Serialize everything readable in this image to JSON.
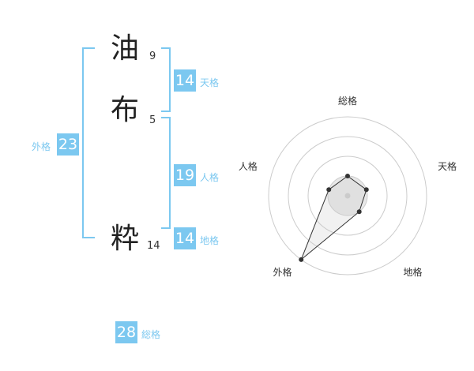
{
  "name": {
    "chars": [
      {
        "kanji": "油",
        "strokes": "9"
      },
      {
        "kanji": "布",
        "strokes": "5"
      },
      {
        "kanji": "粋",
        "strokes": "14"
      }
    ]
  },
  "kaku": {
    "tenkaku": {
      "value": "14",
      "label": "天格"
    },
    "jinkaku": {
      "value": "19",
      "label": "人格"
    },
    "chikaku": {
      "value": "14",
      "label": "地格"
    },
    "gaikaku": {
      "value": "23",
      "label": "外格"
    },
    "soukaku": {
      "value": "28",
      "label": "総格"
    }
  },
  "chart_data": {
    "type": "radar",
    "axes": [
      "総格",
      "天格",
      "地格",
      "外格",
      "人格"
    ],
    "rings": 4,
    "values": [
      1,
      1,
      1,
      4,
      1
    ],
    "max": 4,
    "colors": {
      "line": "#333333",
      "fill": "#e8e8e8",
      "grid": "#cccccc"
    }
  }
}
